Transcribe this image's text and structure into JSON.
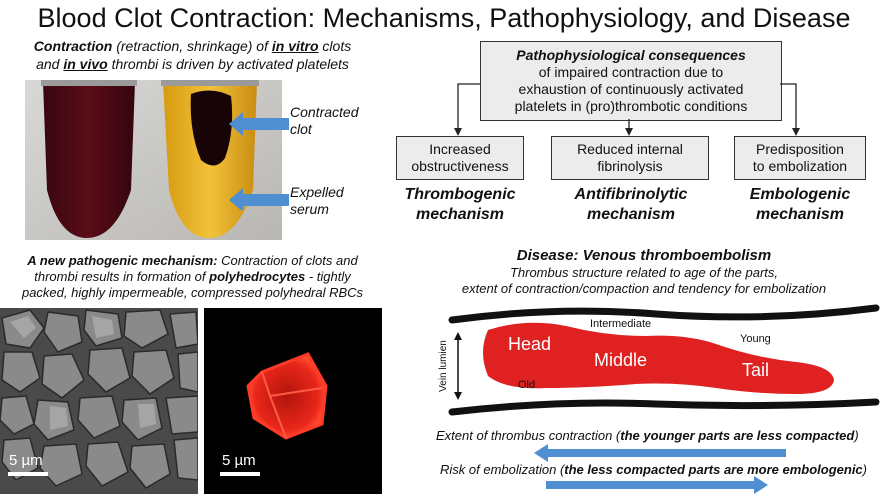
{
  "title": "Blood Clot Contraction: Mechanisms, Pathophysiology, and Disease",
  "top_left": {
    "line1_bold": "Contraction",
    "line1_rest": " (retraction, shrinkage) of ",
    "line1_u": "in vitro",
    "line1_end": " clots",
    "line2_pre": "and ",
    "line2_u": "in vivo",
    "line2_rest": " thrombi is driven by activated platelets",
    "label_contracted_1": "Contracted",
    "label_contracted_2": "clot",
    "label_expelled_1": "Expelled",
    "label_expelled_2": "serum"
  },
  "mid_left": {
    "line1_bold": "A new pathogenic mechanism:",
    "line1_rest": " Contraction of clots and",
    "line2_pre": "thrombi results in formation of ",
    "line2_bold": "polyhedrocytes",
    "line2_rest": "  - tightly",
    "line3": "packed, highly impermeable, compressed polyhedral RBCs",
    "scale_left": "5 µm",
    "scale_right": "5 µm"
  },
  "consequences": {
    "head": "Pathophysiological consequences",
    "line2": "of impaired contraction due to",
    "line3": "exhaustion of continuously activated",
    "line4": "platelets in (pro)thrombotic conditions"
  },
  "branches": [
    {
      "box1": "Increased",
      "box2": "obstructiveness",
      "mech1": "Thrombogenic",
      "mech2": "mechanism"
    },
    {
      "box1": "Reduced internal",
      "box2": "fibrinolysis",
      "mech1": "Antifibrinolytic",
      "mech2": "mechanism"
    },
    {
      "box1": "Predisposition",
      "box2": "to embolization",
      "mech1": "Embologenic",
      "mech2": "mechanism"
    }
  ],
  "disease": {
    "title": "Disease: Venous thromboembolism",
    "sub1": "Thrombus structure related to age of the parts,",
    "sub2": "extent of contraction/compaction and tendency for embolization",
    "vein_lumen": "Vein lumien",
    "head": "Head",
    "middle": "Middle",
    "tail": "Tail",
    "intermediate": "Intermediate",
    "young": "Young",
    "old": "Old",
    "extent_pre": "Extent of thrombus contraction (",
    "extent_bold": "the younger parts are less compacted",
    "extent_post": ")",
    "risk_pre": "Risk of embolization (",
    "risk_bold": "the less compacted parts are more embologenic",
    "risk_post": ")"
  },
  "colors": {
    "thrombus": "#e02121",
    "arrow_blue": "#4f8fd1",
    "box_fill": "#ececec",
    "polyhedrocyte": "#ff2a1a"
  }
}
